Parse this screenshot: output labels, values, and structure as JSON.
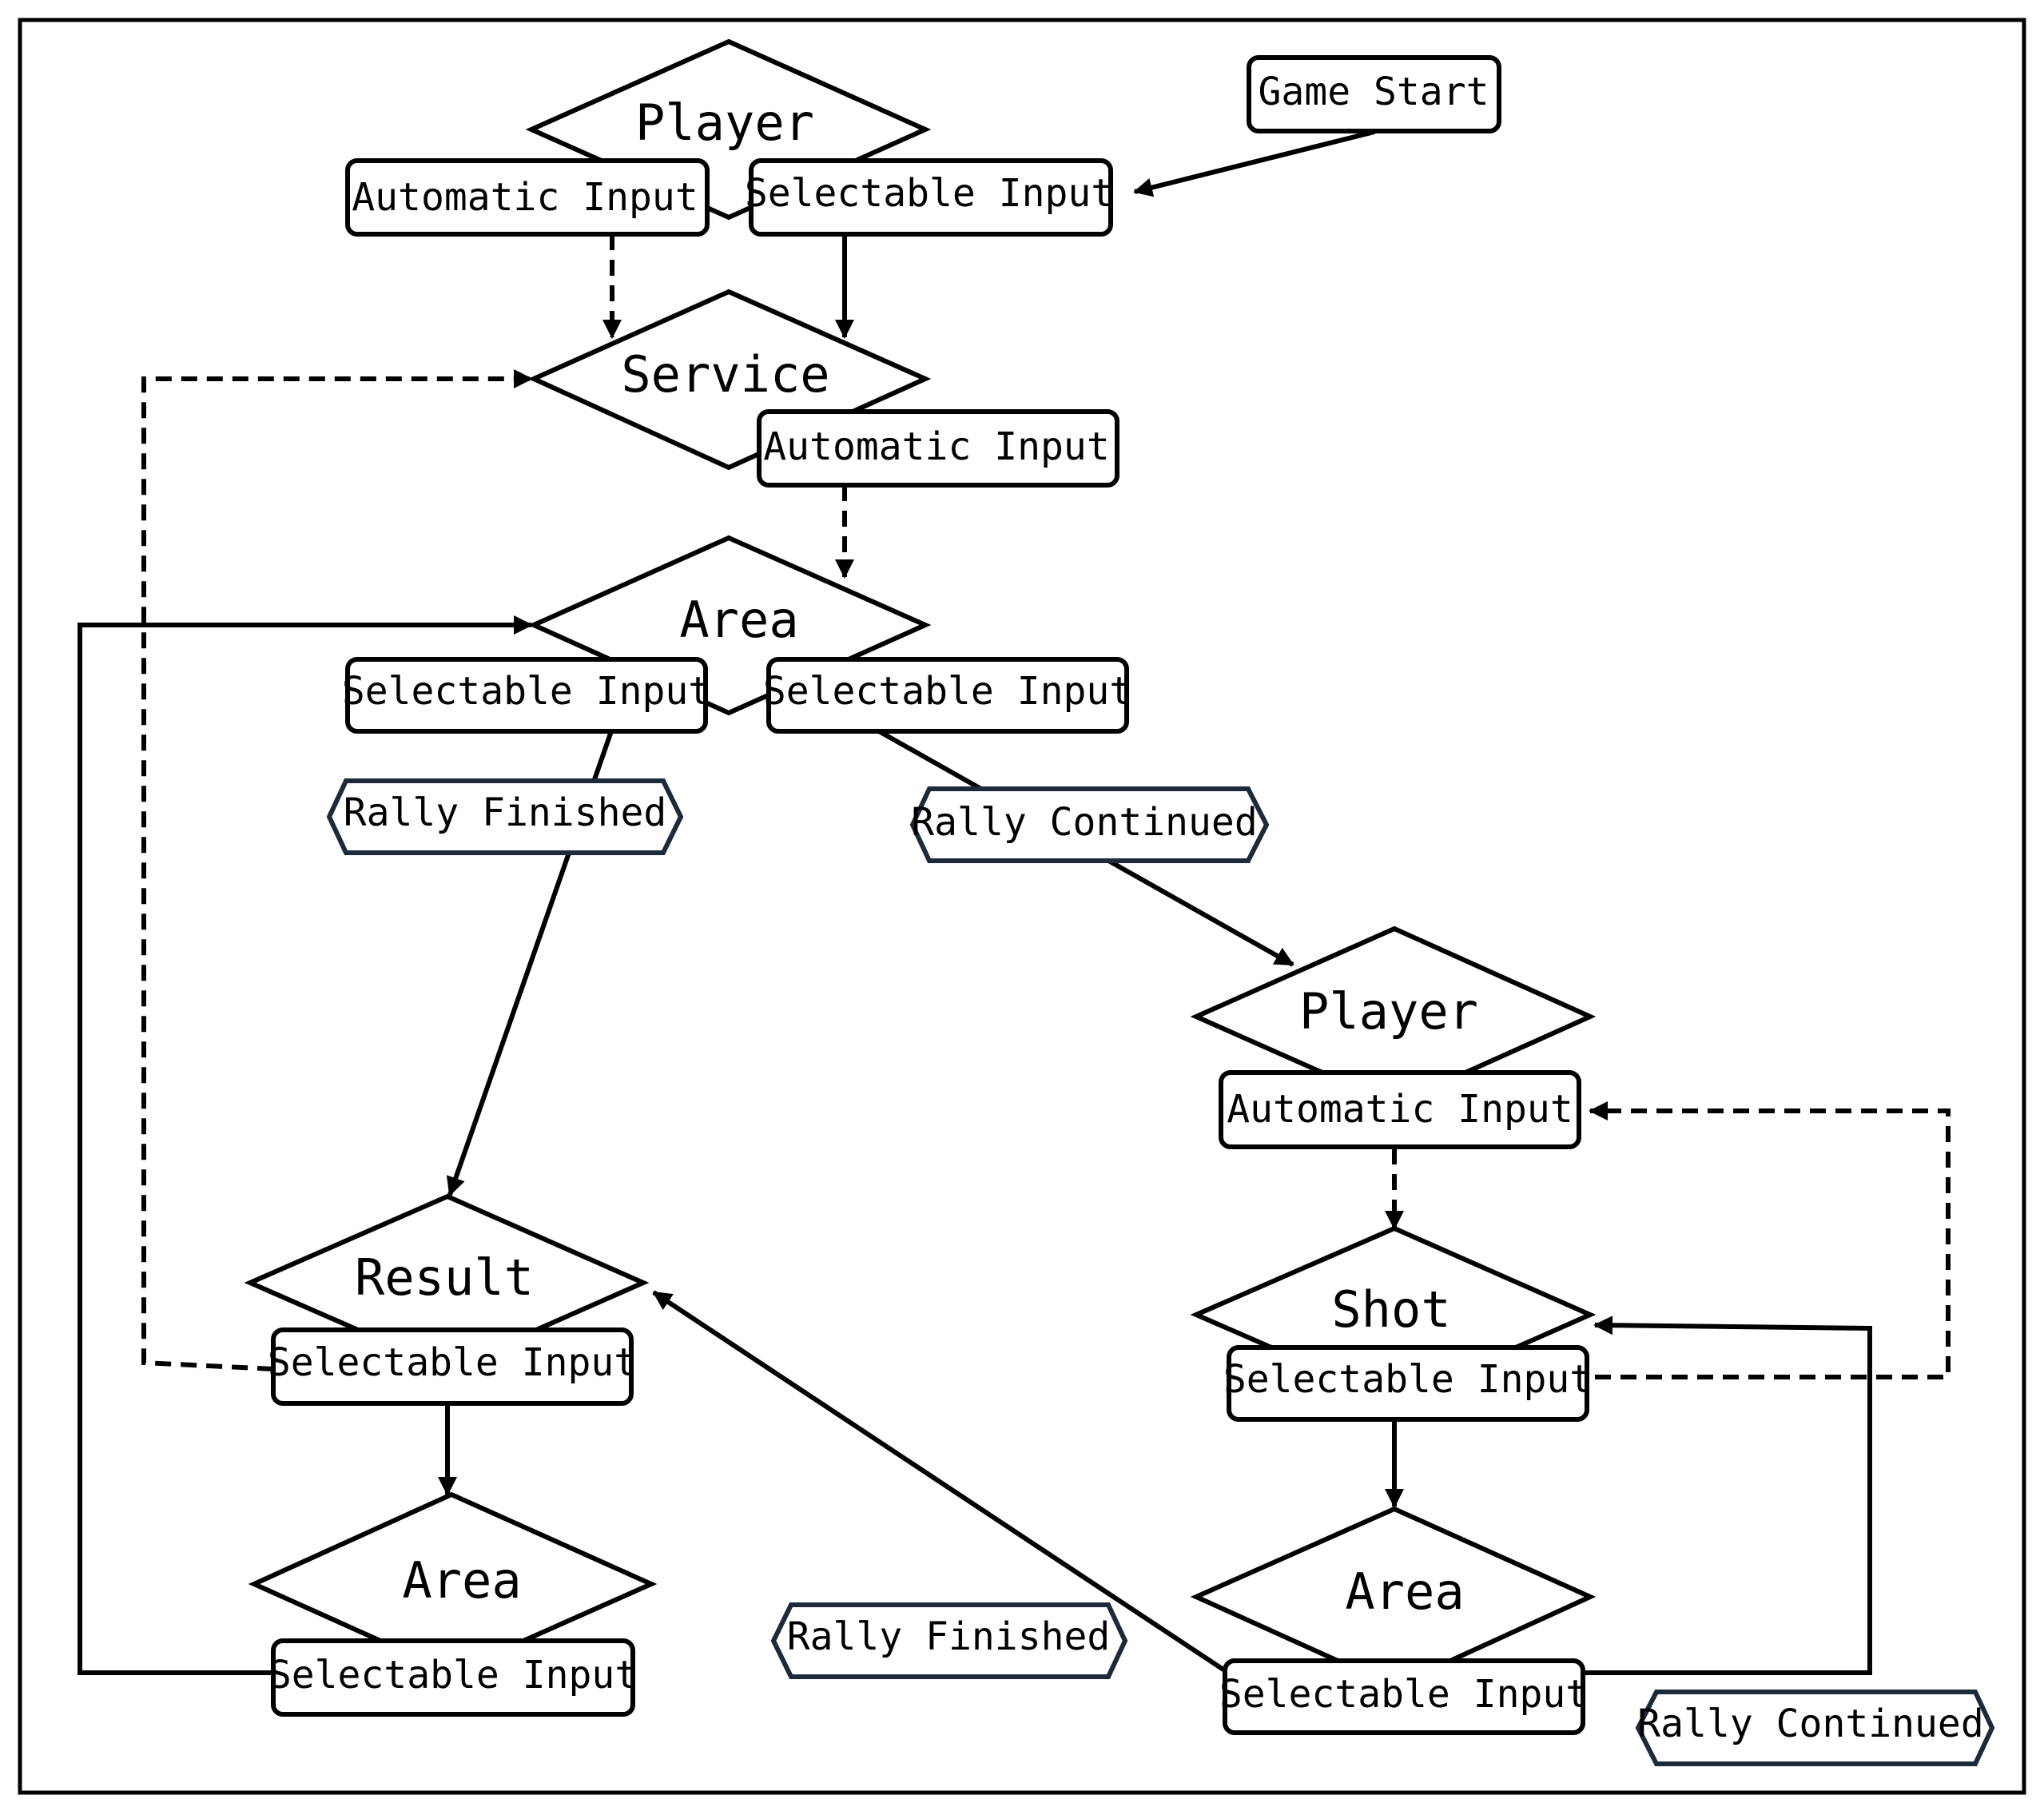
{
  "diagram": {
    "start": {
      "label": "Game Start"
    },
    "nodes": {
      "player_top": {
        "title": "Player",
        "input_left": "Automatic Input",
        "input_right": "Selectable Input"
      },
      "service": {
        "title": "Service",
        "input": "Automatic Input"
      },
      "area_top": {
        "title": "Area",
        "input_left": "Selectable Input",
        "input_right": "Selectable Input"
      },
      "player_right": {
        "title": "Player",
        "input": "Automatic Input"
      },
      "shot": {
        "title": "Shot",
        "input": "Selectable Input"
      },
      "result": {
        "title": "Result",
        "input": "Selectable Input"
      },
      "area_bottom_left": {
        "title": "Area",
        "input": "Selectable Input"
      },
      "area_bottom_right": {
        "title": "Area",
        "input": "Selectable Input"
      }
    },
    "conditions": {
      "rally_finished_top": "Rally Finished",
      "rally_continued_top": "Rally Continued",
      "rally_finished_bottom": "Rally Finished",
      "rally_continued_bottom": "Rally Continued"
    },
    "colors": {
      "stroke": "#000000",
      "condition_stroke": "#1c2a3a",
      "background": "#ffffff"
    }
  }
}
